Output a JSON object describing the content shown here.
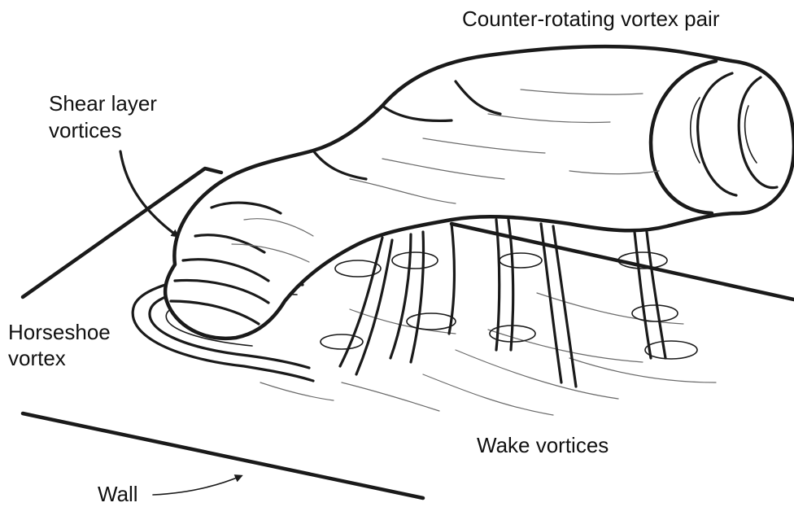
{
  "labels": {
    "counter_rotating": "Counter-rotating vortex pair",
    "shear_layer_line1": "Shear layer",
    "shear_layer_line2": "vortices",
    "horseshoe_line1": "Horseshoe",
    "horseshoe_line2": "vortex",
    "wake": "Wake vortices",
    "wall": "Wall"
  }
}
